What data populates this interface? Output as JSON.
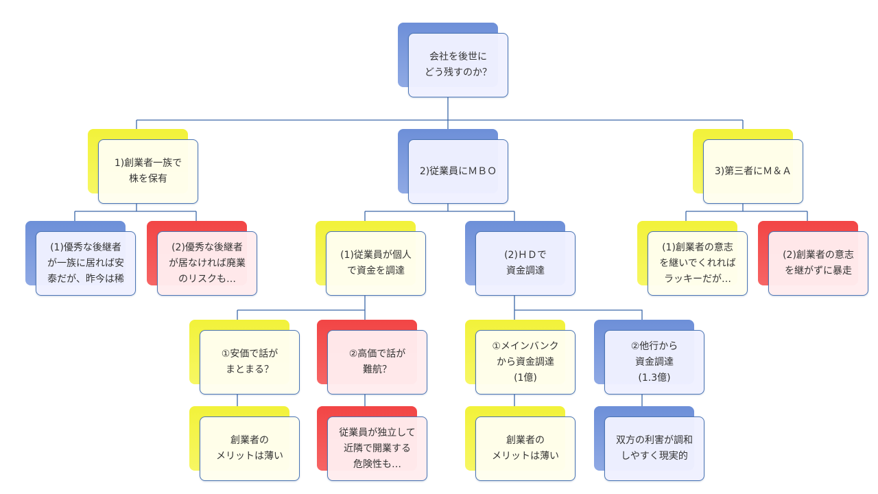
{
  "root": {
    "text": "会社を後世に\nどう残すのか？",
    "color": "blue"
  },
  "branch1": {
    "title": {
      "text": "1)創業者一族で\n株を保有",
      "color": "yellow"
    },
    "child1": {
      "text": "(1)優秀な後継者\nが一族に居れば安\n泰だが、昨今は稀",
      "color": "blue"
    },
    "child2": {
      "text": "(2)優秀な後継者\nが居なければ廃業\nのリスクも…",
      "color": "red"
    }
  },
  "branch2": {
    "title": {
      "text": "2)従業員にＭＢＯ",
      "color": "blue"
    },
    "sub1": {
      "title": {
        "text": "(1)従業員が個人\nで資金を調達",
        "color": "yellow"
      },
      "opt1": {
        "text": "①安価で話が\nまとまる？",
        "color": "yellow"
      },
      "opt1_result": {
        "text": "創業者の\nメリットは薄い",
        "color": "yellow"
      },
      "opt2": {
        "text": "②高価で話が\n難航？",
        "color": "red"
      },
      "opt2_result": {
        "text": "従業員が独立して\n近隣で開業する\n危険性も…",
        "color": "red"
      }
    },
    "sub2": {
      "title": {
        "text": "(2)ＨＤで\n資金調達",
        "color": "blue"
      },
      "opt1": {
        "text": "①メインバンク\nから資金調達\n(1億)",
        "color": "yellow"
      },
      "opt1_result": {
        "text": "創業者の\nメリットは薄い",
        "color": "yellow"
      },
      "opt2": {
        "text": "②他行から\n資金調達\n(1.3億)",
        "color": "blue"
      },
      "opt2_result": {
        "text": "双方の利害が調和\nしやすく現実的",
        "color": "blue"
      }
    }
  },
  "branch3": {
    "title": {
      "text": "3)第三者にＭ＆Ａ",
      "color": "yellow"
    },
    "child1": {
      "text": "(1)創業者の意志\nを継いでくれれば\nラッキーだが…",
      "color": "yellow"
    },
    "child2": {
      "text": "(2)創業者の意志\nを継がずに暴走",
      "color": "red"
    }
  }
}
